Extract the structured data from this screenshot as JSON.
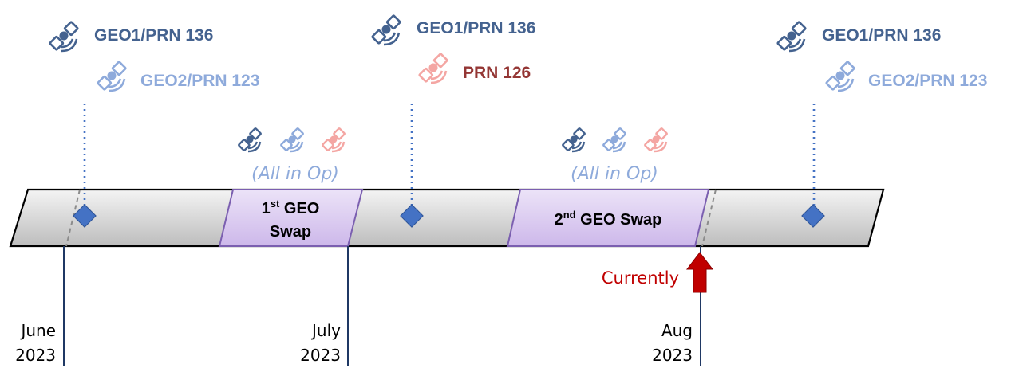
{
  "colors": {
    "geo1": "#44628f",
    "geo2": "#8eaadb",
    "prn126_icon": "#f4a6a3",
    "prn126_text": "#943634",
    "diamond": "#4472c4",
    "swap_fill": "#d9c8f0",
    "swap_stroke": "#7b5fb0",
    "bar_fill": "#d6d6d6",
    "currently": "#c00000",
    "tick": "#1f3864"
  },
  "satellites": {
    "left": {
      "geo1_label": "GEO1/PRN 136",
      "geo2_label": "GEO2/PRN 123",
      "icons": [
        "satellite-icon",
        "satellite-icon"
      ]
    },
    "middle": {
      "geo1_label": "GEO1/PRN 136",
      "prn126_label": "PRN 126",
      "icons": [
        "satellite-icon",
        "satellite-icon"
      ]
    },
    "right": {
      "geo1_label": "GEO1/PRN 136",
      "geo2_label": "GEO2/PRN 123",
      "icons": [
        "satellite-icon",
        "satellite-icon"
      ]
    }
  },
  "swaps": [
    {
      "name": "1st GEO Swap",
      "line1_base": "1",
      "line1_sup": "st",
      "line1_rest": " GEO",
      "line2": "Swap",
      "op_label": "(All in Op)"
    },
    {
      "name": "2nd GEO Swap",
      "line1_base": "2",
      "line1_sup": "nd",
      "line1_rest": " GEO Swap",
      "op_label": "(All in Op)"
    }
  ],
  "dates": [
    {
      "month": "June",
      "year": "2023"
    },
    {
      "month": "July",
      "year": "2023"
    },
    {
      "month": "Aug",
      "year": "2023"
    }
  ],
  "marker": {
    "label": "Currently",
    "icon": "up-arrow-icon"
  }
}
